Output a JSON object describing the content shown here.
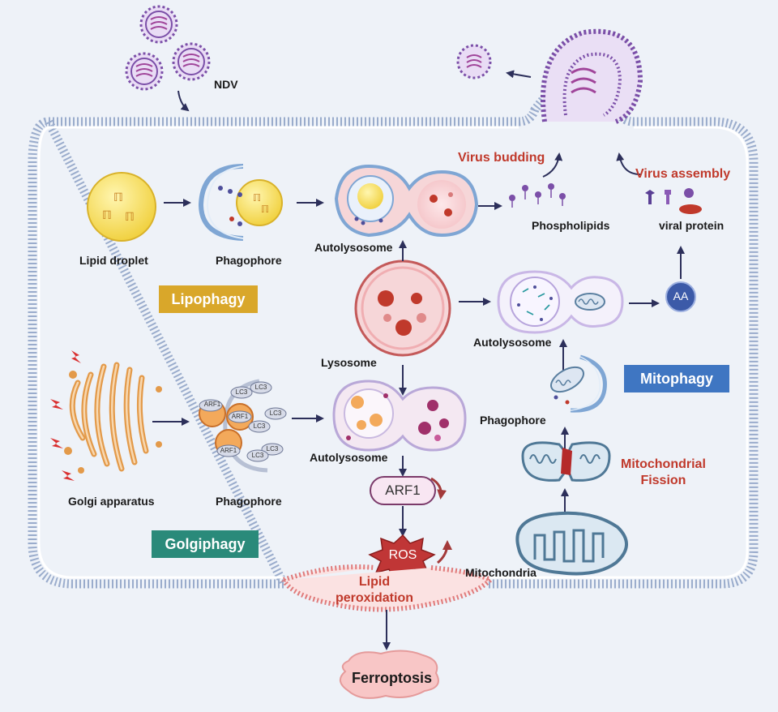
{
  "labels": {
    "ndv": "NDV",
    "virus_budding": "Virus budding",
    "virus_assembly": "Virus assembly",
    "lipid_droplet": "Lipid droplet",
    "phagophore_top": "Phagophore",
    "autolysosome_top": "Autolysosome",
    "phospholipids": "Phospholipids",
    "viral_protein": "viral protein",
    "lysosome": "Lysosome",
    "autolysosome_mito": "Autolysosome",
    "phagophore_mito": "Phagophore",
    "mitochondrial_fission": [
      "Mitochondrial",
      "Fission"
    ],
    "mitochondria": "Mitochondria",
    "golgi_apparatus": "Golgi apparatus",
    "phagophore_golgi": "Phagophore",
    "autolysosome_golgi": "Autolysosome",
    "arf1": "ARF1",
    "ros": "ROS",
    "lipid_peroxidation": [
      "Lipid",
      "peroxidation"
    ],
    "ferroptosis": "Ferroptosis",
    "aa": "AA",
    "arf1_small": "ARF1",
    "lc3": "LC3"
  },
  "pathways": {
    "lipophagy": "Lipophagy",
    "mitophagy": "Mitophagy",
    "golgiphagy": "Golgiphagy"
  },
  "colors": {
    "lipophagy": "#d9a72a",
    "mitophagy": "#3f76c2",
    "golgiphagy": "#2a8a7a",
    "annotation_red": "#c0392b",
    "virus_purple": "#7b4fa8",
    "membrane": "#9aaccc"
  }
}
